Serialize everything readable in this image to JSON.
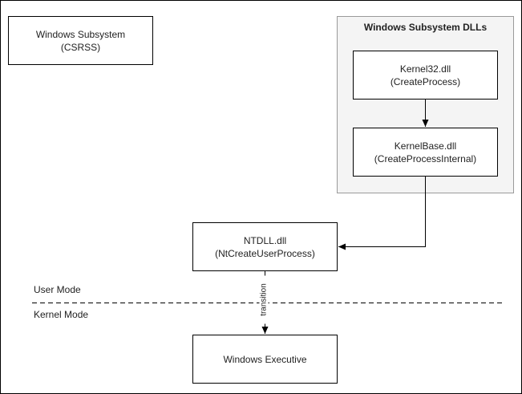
{
  "nodes": {
    "csrss": {
      "line1": "Windows Subsystem",
      "line2": "(CSRSS)"
    },
    "dll_group": {
      "title": "Windows Subsystem DLLs"
    },
    "kernel32": {
      "line1": "Kernel32.dll",
      "line2": "(CreateProcess)"
    },
    "kernelbase": {
      "line1": "KernelBase.dll",
      "line2": "(CreateProcessInternal)"
    },
    "ntdll": {
      "line1": "NTDLL.dll",
      "line2": "(NtCreateUserProcess)"
    },
    "executive": {
      "line1": "Windows Executive"
    }
  },
  "modes": {
    "user": "User Mode",
    "kernel": "Kernel Mode"
  },
  "edges": {
    "transition_label": "transition"
  }
}
